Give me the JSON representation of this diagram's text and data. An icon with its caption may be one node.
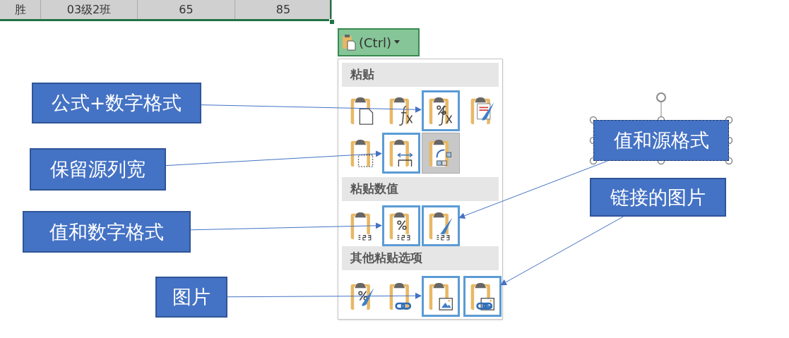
{
  "diagram": {
    "nodes": [
      {
        "text": [
          "(Ctrl)"
        ]
      },
      {
        "text": [
          "粘贴",
          "粘贴数值",
          "其他粘贴选项"
        ]
      },
      {
        "text": [],
        "shape": "picture",
        "in": 1
      },
      {
        "text": [],
        "shape": "picture",
        "in": 1
      },
      {
        "text": [],
        "shape": "picture",
        "in": 1
      },
      {
        "text": [],
        "shape": "picture",
        "in": 1
      },
      {
        "text": [],
        "shape": "picture",
        "in": 1
      },
      {
        "text": [],
        "shape": "picture",
        "in": 1
      },
      {
        "text": [
          "公式+数字格式"
        ]
      },
      {
        "text": [
          "保留源列宽"
        ]
      },
      {
        "text": [
          "值和数字格式"
        ]
      },
      {
        "text": [
          "图片"
        ]
      },
      {
        "text": [
          "值和源格式"
        ]
      },
      {
        "text": [
          "链接的图片"
        ]
      }
    ],
    "edges": [
      {
        "from": 8,
        "to": 2,
        "arrow": "to"
      },
      {
        "from": 9,
        "to": 3,
        "arrow": "to"
      },
      {
        "from": 10,
        "to": 4,
        "arrow": "to"
      },
      {
        "from": 11,
        "to": 6,
        "arrow": "to"
      },
      {
        "from": 12,
        "to": 5,
        "arrow": "to"
      },
      {
        "from": 13,
        "to": 7,
        "arrow": "to"
      }
    ],
    "labels": [
      "胜",
      "03级2班",
      "65",
      "85"
    ]
  }
}
